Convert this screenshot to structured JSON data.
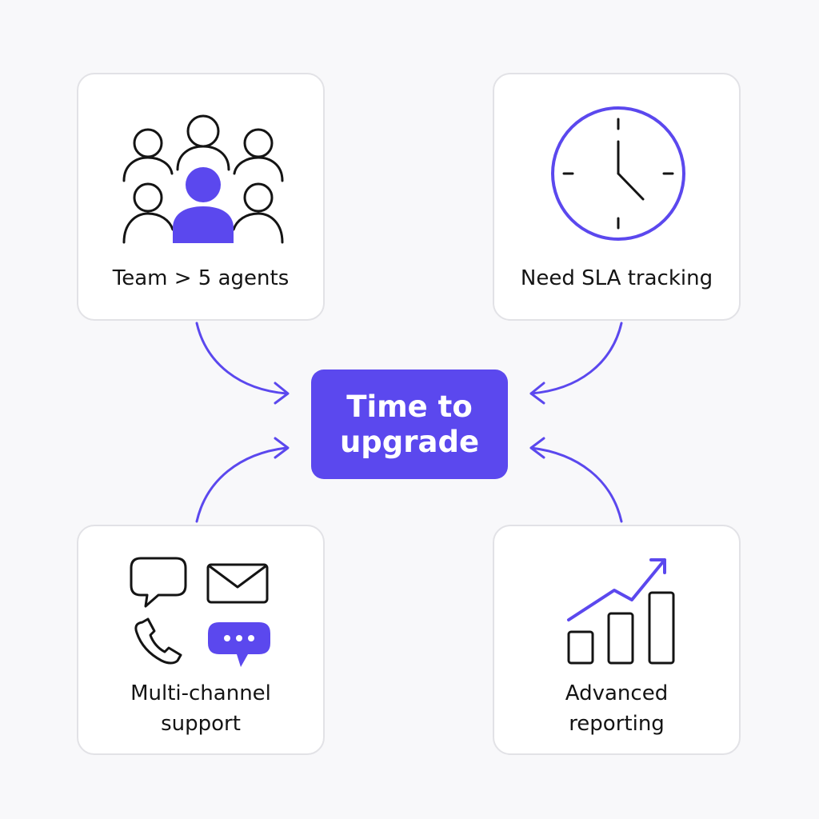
{
  "center": {
    "label": "Time to\nupgrade"
  },
  "cards": {
    "team": {
      "label": "Team > 5 agents",
      "icon": "team-people-icon"
    },
    "sla": {
      "label": "Need SLA tracking",
      "icon": "clock-icon"
    },
    "channel": {
      "label": "Multi-channel\nsupport",
      "icon": "communication-channels-icon"
    },
    "report": {
      "label": "Advanced\nreporting",
      "icon": "growth-chart-icon"
    }
  },
  "colors": {
    "accent": "#5b48ee",
    "card_border": "#e2e2e6",
    "background": "#f8f8fa",
    "text": "#141414"
  }
}
